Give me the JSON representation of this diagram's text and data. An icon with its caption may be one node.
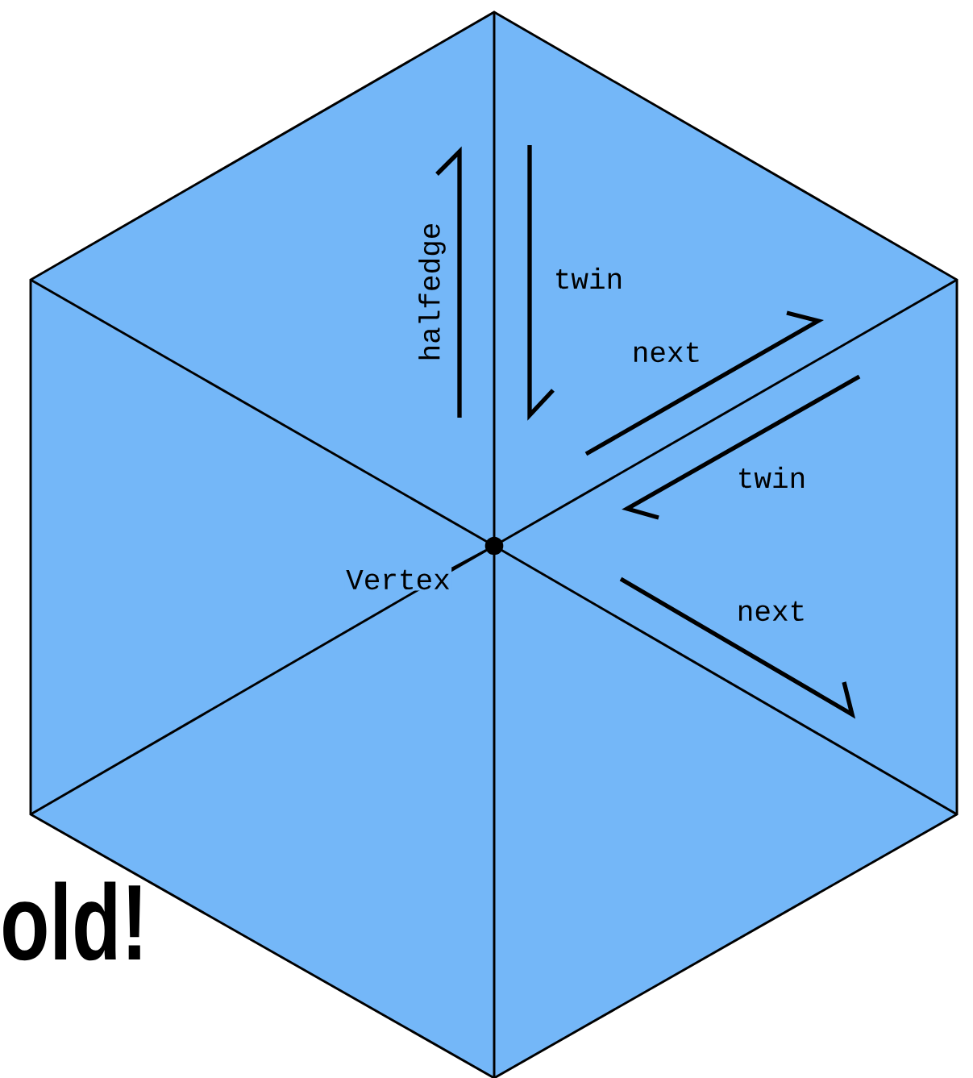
{
  "diagram": {
    "nodes": [
      {
        "text": [
          "Vertex"
        ]
      },
      {
        "text": [],
        "shape": "circle"
      }
    ],
    "edges": [
      {
        "from": 0,
        "to": 1,
        "arrow": "none"
      }
    ],
    "labels": [
      "halfedge",
      "twin",
      "next",
      "twin",
      "next",
      "old!"
    ]
  }
}
